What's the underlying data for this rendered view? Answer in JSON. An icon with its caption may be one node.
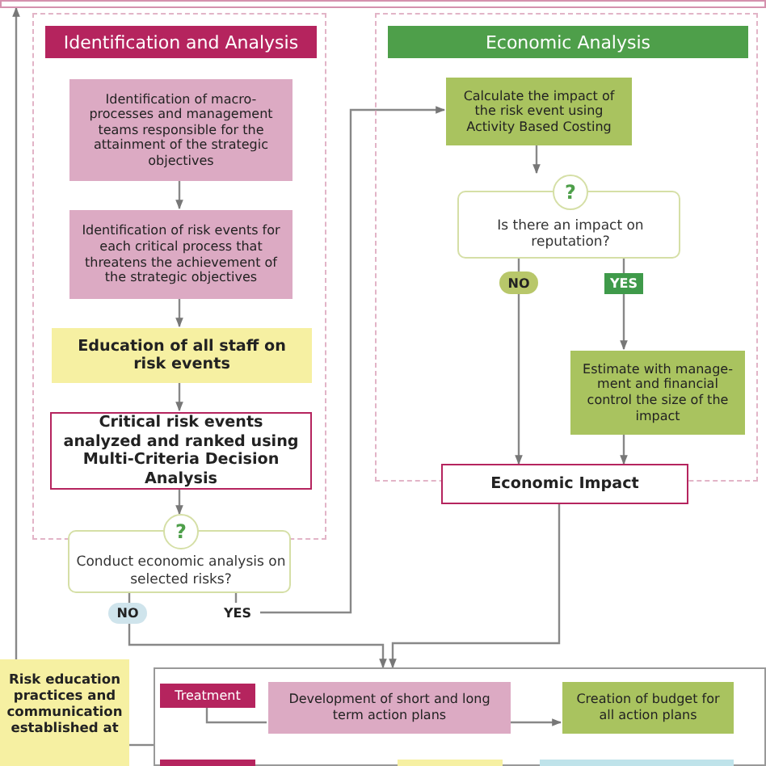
{
  "diagram": {
    "nodes": [
      {
        "text": [],
        "shape": "box"
      },
      {
        "text": [
          "Identification and Analysis"
        ]
      },
      {
        "text": [
          "Identification of macro-processes and management teams responsible for the attainment of the strategic objectives"
        ],
        "in": 1
      },
      {
        "text": [
          "Identification of risk events for each critical process that threatens the achievement of the strategic objectives"
        ],
        "in": 1
      },
      {
        "text": [
          "Education of all staff on risk events"
        ],
        "in": 1
      },
      {
        "text": [
          "Critical risk events analyzed and ranked using Multi-Criteria Decision Analysis"
        ],
        "in": 1
      },
      {
        "text": [
          "?",
          "Conduct economic analysis on selected risks?"
        ]
      },
      {
        "text": [
          "Economic Analysis"
        ]
      },
      {
        "text": [
          "Calculate the impact of the risk event using Activity Based Costing"
        ],
        "in": 7
      },
      {
        "text": [
          "?",
          "Is there an impact on reputation?"
        ],
        "in": 7
      },
      {
        "text": [
          "Estimate with manage-ment and financial control the size of the impact"
        ],
        "in": 7
      },
      {
        "text": [
          "Economic Impact"
        ]
      },
      {
        "text": [
          "Risk education practices and communication established at"
        ]
      },
      {
        "text": [],
        "shape": "box"
      },
      {
        "text": [
          "Treatment"
        ],
        "in": 13
      },
      {
        "text": [
          "Development of short and long term action plans"
        ],
        "in": 13
      },
      {
        "text": [
          "Creation of budget for all action plans"
        ],
        "in": 13
      },
      {
        "text": [],
        "shape": "box",
        "in": 13
      },
      {
        "text": [],
        "shape": "box",
        "in": 13
      },
      {
        "text": [],
        "shape": "box",
        "in": 13
      }
    ],
    "edges": [
      {
        "from": 2,
        "to": 3,
        "arrow": "to"
      },
      {
        "from": 3,
        "to": 4,
        "arrow": "to"
      },
      {
        "from": 4,
        "to": 5,
        "arrow": "to"
      },
      {
        "from": 5,
        "to": 6,
        "arrow": "to"
      },
      {
        "from": 6,
        "to": 8,
        "arrow": "to",
        "label": "YES"
      },
      {
        "from": 6,
        "to": 13,
        "arrow": "to",
        "label": "NO"
      },
      {
        "from": 8,
        "to": 9,
        "arrow": "to"
      },
      {
        "from": 9,
        "to": 11,
        "arrow": "to",
        "label": "NO"
      },
      {
        "from": 9,
        "to": 10,
        "arrow": "to",
        "label": "YES"
      },
      {
        "from": 10,
        "to": 11,
        "arrow": "to"
      },
      {
        "from": 11,
        "to": 13,
        "arrow": "to"
      },
      {
        "from": 14,
        "to": 15,
        "arrow": "none"
      },
      {
        "from": 15,
        "to": 16,
        "arrow": "to"
      },
      {
        "from": 12,
        "to": 13,
        "arrow": "none"
      },
      {
        "from": 12,
        "to": 0,
        "arrow": "to"
      }
    ]
  }
}
